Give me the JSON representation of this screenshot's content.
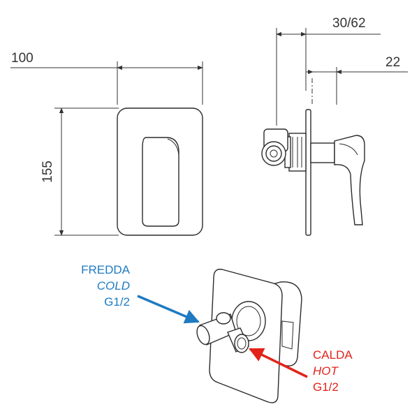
{
  "dimensions": {
    "width": "100",
    "height": "155",
    "depth_range": "30/62",
    "plate_offset": "22"
  },
  "labels": {
    "cold": {
      "it": "FREDDA",
      "en": "COLD",
      "size": "G1/2"
    },
    "hot": {
      "it": "CALDA",
      "en": "HOT",
      "size": "G1/2"
    }
  },
  "colors": {
    "cold": "#1f7bc1",
    "hot": "#e2231a",
    "line": "#333333"
  }
}
